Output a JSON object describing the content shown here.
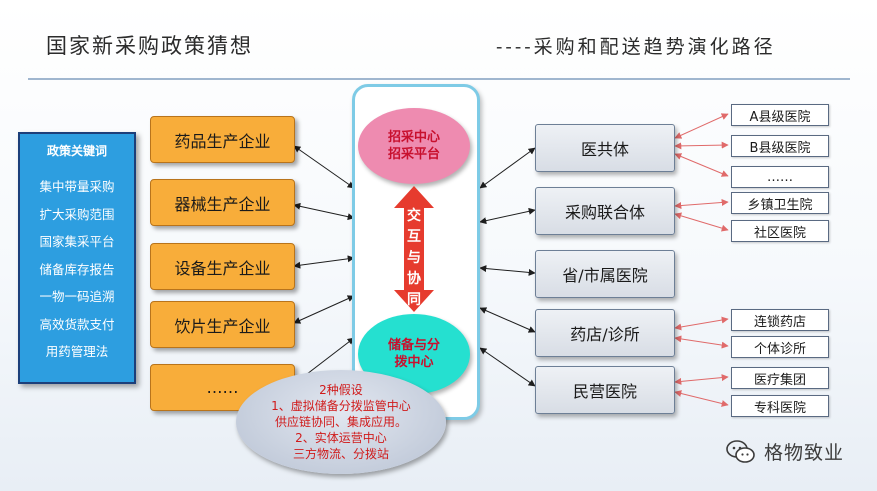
{
  "title_left": "国家新采购政策猜想",
  "title_right": "----采购和配送趋势演化路径",
  "keywords": {
    "title": "政策关键词",
    "items": [
      "集中带量采购",
      "扩大采购范围",
      "国家集采平台",
      "储备库存报告",
      "一物一码追溯",
      "高效货款支付",
      "用药管理法"
    ]
  },
  "producers": [
    "药品生产企业",
    "器械生产企业",
    "设备生产企业",
    "饮片生产企业",
    "……"
  ],
  "center": {
    "top_lines": [
      "招采中心",
      "招采平台"
    ],
    "interaction_chars": [
      "交",
      "互",
      "与",
      "协",
      "同"
    ],
    "bottom_lines": [
      "储备与分",
      "拨中心"
    ]
  },
  "hypothesis": [
    "2种假设",
    "1、虚拟储备分拨监管中心",
    "供应链协同、集成应用。",
    "2、实体运营中心",
    "三方物流、分拨站"
  ],
  "buyers": [
    "医共体",
    "采购联合体",
    "省/市属医院",
    "药店/诊所",
    "民营医院"
  ],
  "branches": [
    "A县级医院",
    "B县级医院",
    "……",
    "乡镇卫生院",
    "社区医院",
    "连锁药店",
    "个体诊所",
    "医疗集团",
    "专科医院"
  ],
  "watermark": {
    "text": "格物致业",
    "icon": "wechat-icon"
  },
  "colors": {
    "producer": "#f8ad3a",
    "keywords_bg": "#2d9ee0",
    "center_top": "#ee8bb0",
    "center_bottom": "#25e0d0",
    "interaction_arrow": "#e63b2e",
    "branch_arrow": "#e06a6a"
  }
}
